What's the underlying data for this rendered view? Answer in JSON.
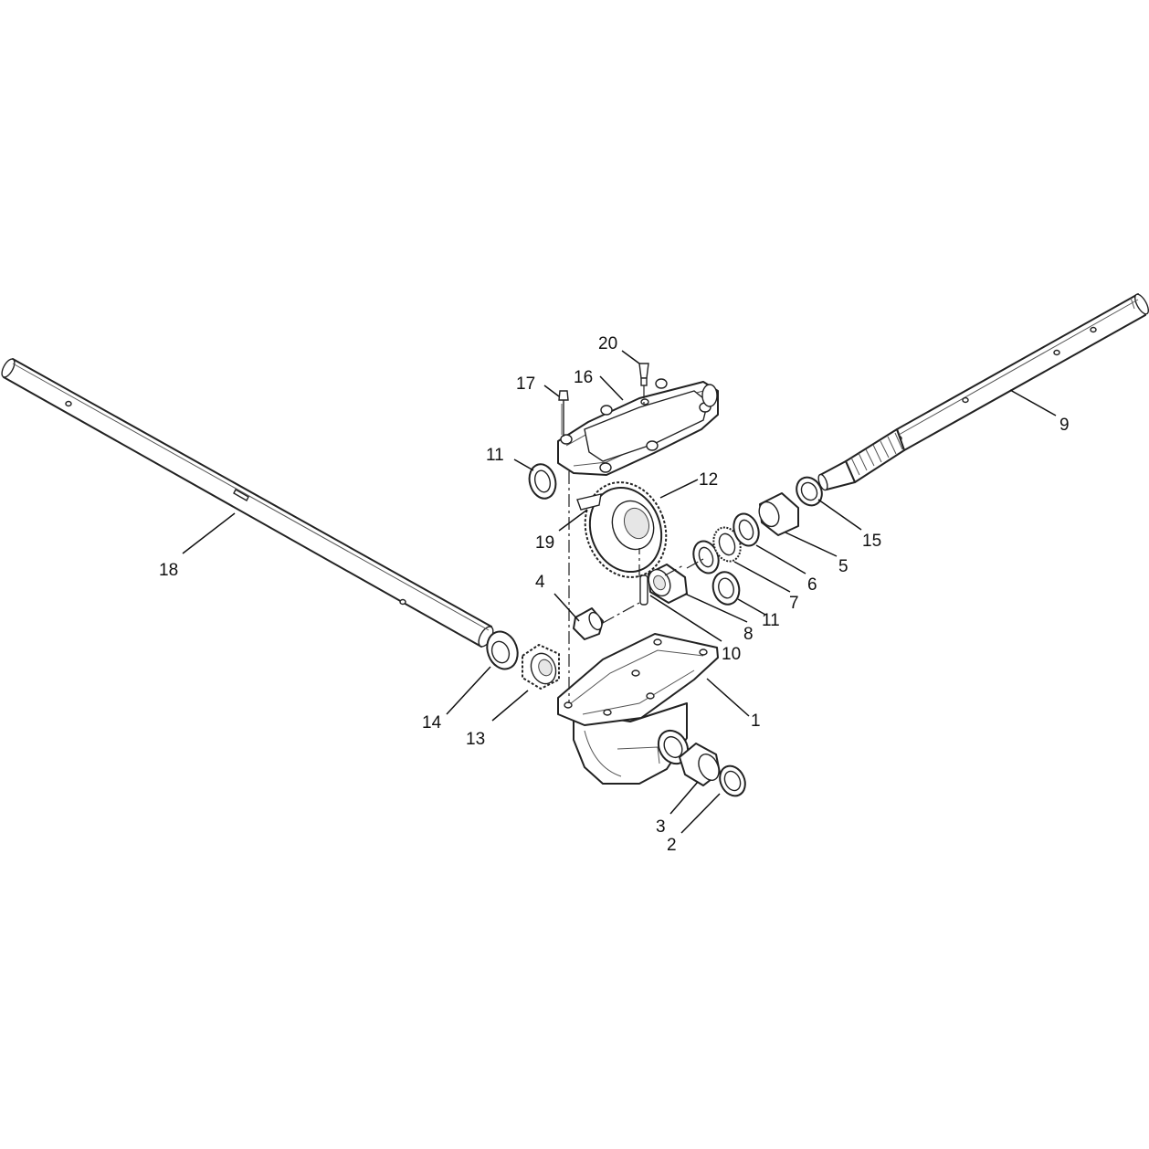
{
  "callouts": [
    {
      "label": "1"
    },
    {
      "label": "2"
    },
    {
      "label": "3"
    },
    {
      "label": "4"
    },
    {
      "label": "5"
    },
    {
      "label": "6"
    },
    {
      "label": "7"
    },
    {
      "label": "8"
    },
    {
      "label": "9"
    },
    {
      "label": "10"
    },
    {
      "label": "11"
    },
    {
      "label": "11"
    },
    {
      "label": "12"
    },
    {
      "label": "13"
    },
    {
      "label": "14"
    },
    {
      "label": "15"
    },
    {
      "label": "16"
    },
    {
      "label": "17"
    },
    {
      "label": "18"
    },
    {
      "label": "19"
    },
    {
      "label": "20"
    }
  ]
}
